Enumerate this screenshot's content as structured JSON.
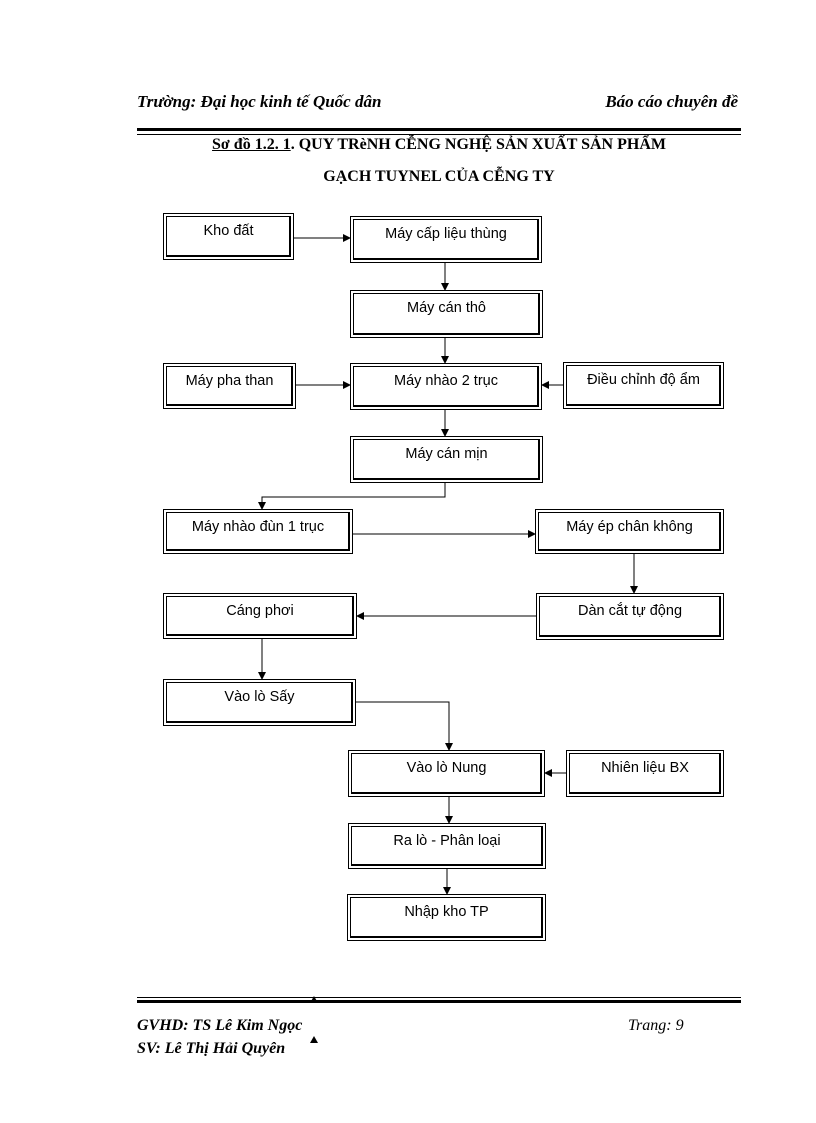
{
  "header": {
    "school": "Trường: Đại học kinh tế Quốc dân",
    "report": "Báo cáo chuyên đề"
  },
  "diagram": {
    "title_label": "Sơ đồ 1.2. 1",
    "title_rest": ". QUY TRèNH CỄNG NGHỆ SẢN XUẤT SẢN PHẨM",
    "title_line2": "GẠCH TUYNEL CỦA CỄNG TY",
    "nodes": {
      "kho_dat": "Kho đất",
      "may_cap_lieu": "Máy cấp liệu thùng",
      "may_can_tho": "Máy cán thô",
      "may_pha_than": "Máy pha than",
      "may_nhao_2": "Máy nhào 2 trục",
      "dieu_chinh": "Điều chỉnh độ ẩm",
      "may_can_min": "Máy cán mịn",
      "may_nhao_dun": "Máy nhào đùn 1 trục",
      "may_ep": "Máy  ép chân không",
      "cang_phoi": "Cáng phơi",
      "dan_cat": "Dàn cắt tự động",
      "vao_lo_say": "Vào lò Sấy",
      "vao_lo_nung": "Vào lò Nung",
      "nhien_lieu": "Nhiên liệu BX",
      "ra_lo": "Ra lò - Phân loại",
      "nhap_kho": "Nhập kho TP"
    }
  },
  "footer": {
    "advisor": "GVHD: TS Lê Kim Ngọc",
    "student": "SV: Lê Thị Hải Quyên",
    "page": "Trang: 9"
  }
}
